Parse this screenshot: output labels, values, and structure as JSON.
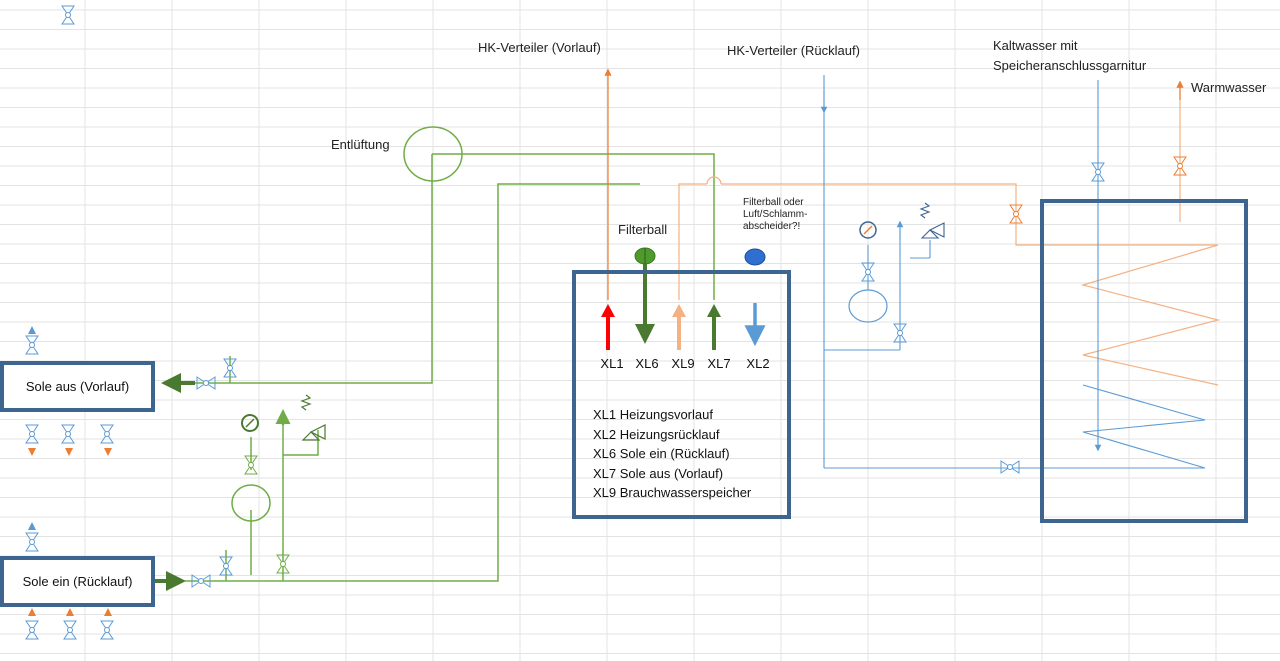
{
  "labels": {
    "hk_vorlauf": "HK-Verteiler (Vorlauf)",
    "hk_ruecklauf": "HK-Verteiler (Rücklauf)",
    "kaltwasser_1": "Kaltwasser mit",
    "kaltwasser_2": "Speicheranschlussgarnitur",
    "warmwasser": "Warmwasser",
    "entlueftung": "Entlüftung",
    "filterball": "Filterball",
    "filterball_oder": "Filterball oder Luft/Schlamm-abscheider?!"
  },
  "boxes": {
    "sole_aus": "Sole aus (Vorlauf)",
    "sole_ein": "Sole ein (Rücklauf)"
  },
  "connections": [
    {
      "code": "XL1",
      "color": "#ff0000"
    },
    {
      "code": "XL6",
      "color": "#4a7a30"
    },
    {
      "code": "XL9",
      "color": "#f4b183"
    },
    {
      "code": "XL7",
      "color": "#4a7a30"
    },
    {
      "code": "XL2",
      "color": "#5b9bd5"
    }
  ],
  "legend": [
    "XL1 Heizungsvorlauf",
    "XL2 Heizungsrücklauf",
    "XL6 Sole ein (Rücklauf)",
    "XL7 Sole aus (Vorlauf)",
    "XL9 Brauchwasserspeicher"
  ],
  "colors": {
    "brine": "#70ad47",
    "brine_dark": "#4a7a30",
    "hot": "#ed7d31",
    "cold": "#5b9bd5",
    "box_border": "#3e6490",
    "grid": "#e3e3e3"
  }
}
